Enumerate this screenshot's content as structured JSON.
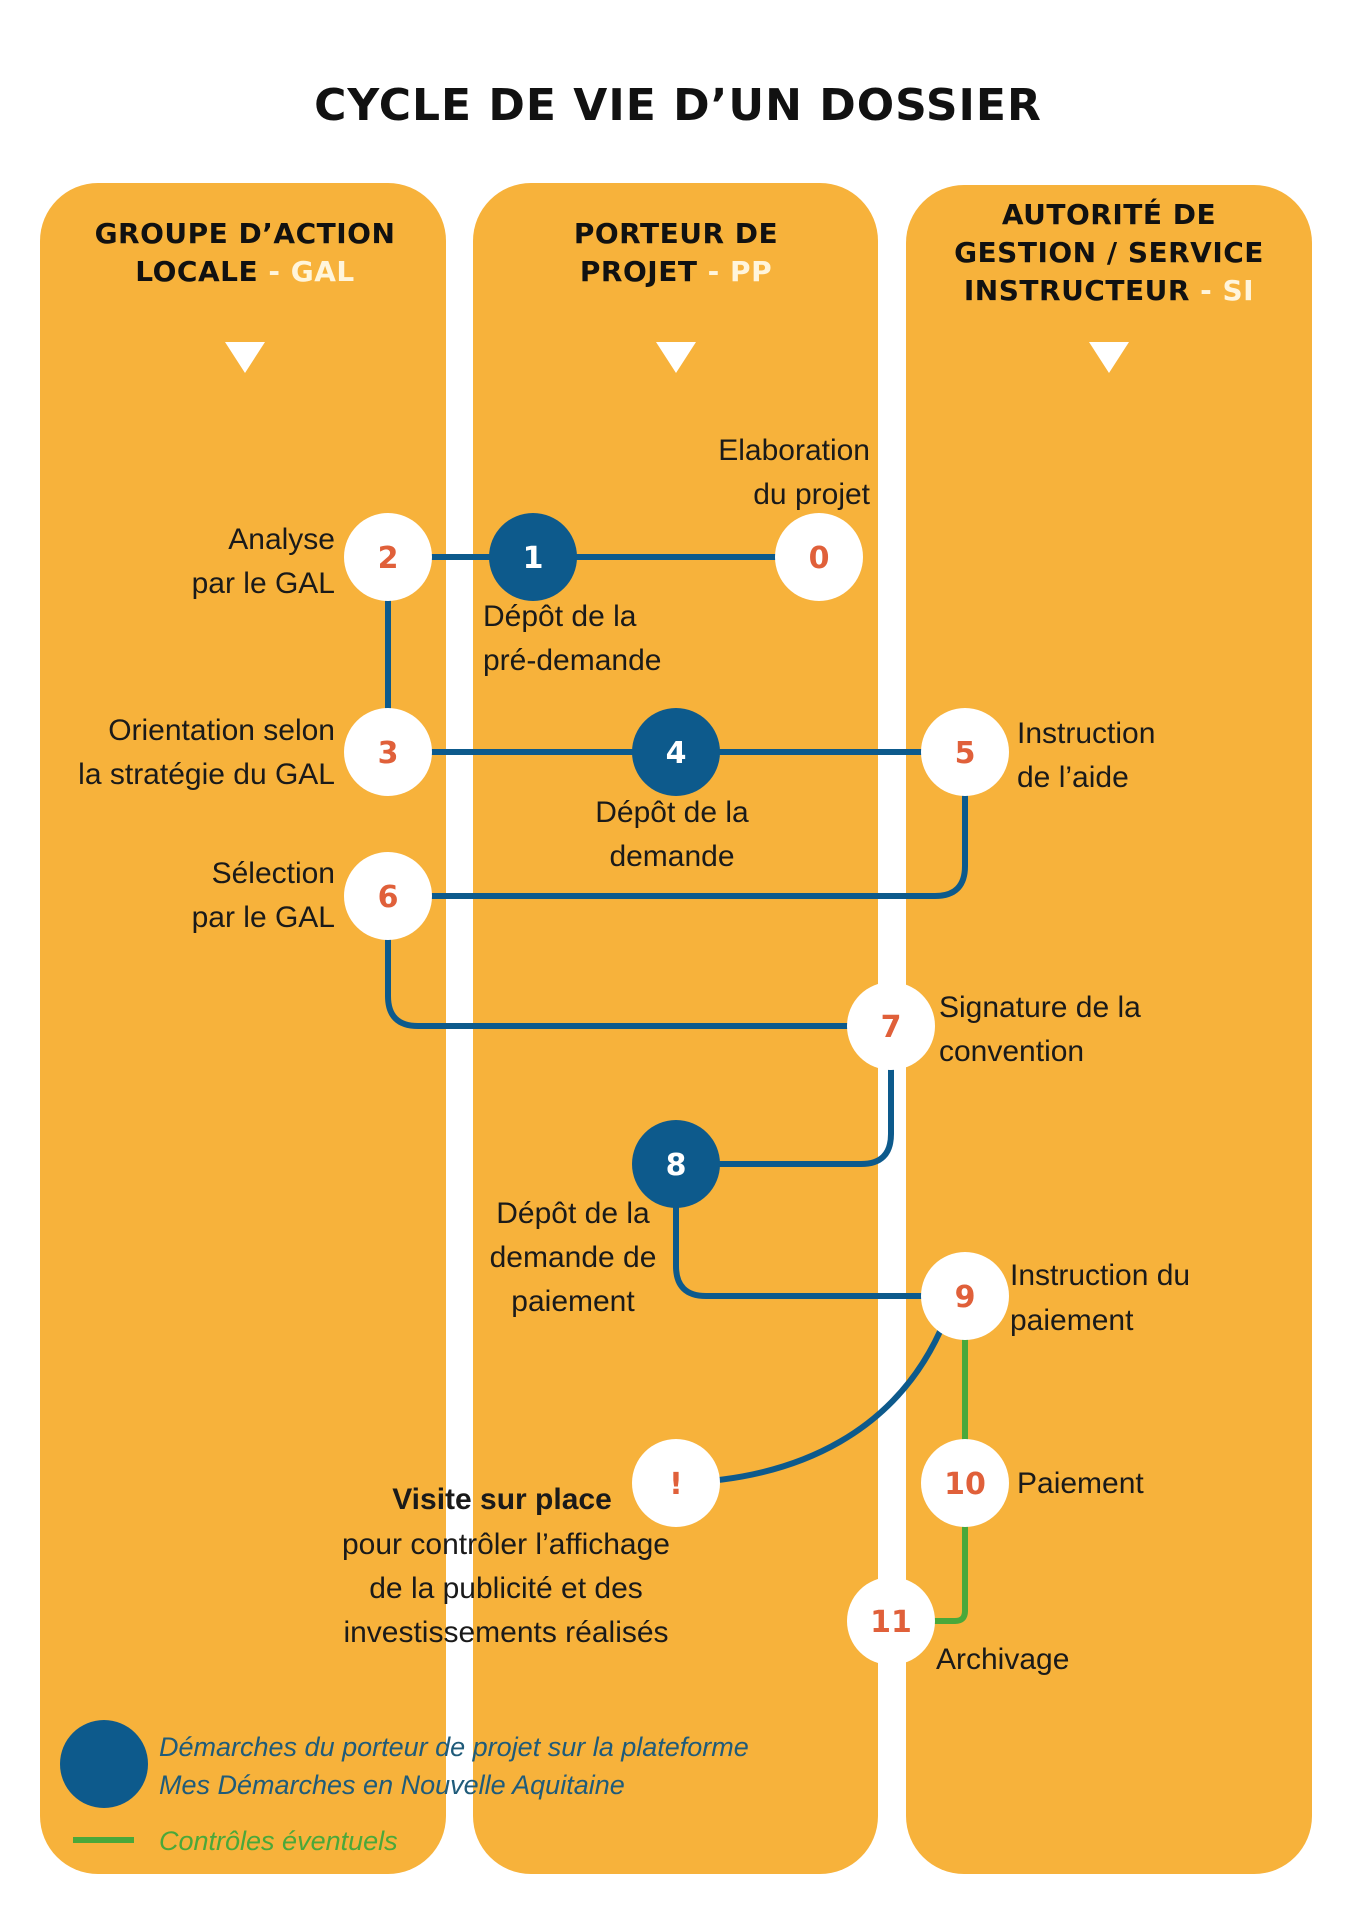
{
  "title": "CYCLE DE VIE D’UN DOSSIER",
  "colors": {
    "panel": "#f7b23b",
    "blue": "#0d5a8c",
    "number": "#e0603a",
    "green": "#4aa83a"
  },
  "columns": [
    {
      "lines": [
        "GROUPE D’ACTION",
        "LOCALE"
      ],
      "abbr": "- GAL"
    },
    {
      "lines": [
        "PORTEUR DE",
        "PROJET"
      ],
      "abbr": "- PP"
    },
    {
      "lines": [
        "AUTORITÉ DE",
        "GESTION / SERVICE",
        "INSTRUCTEUR"
      ],
      "abbr": "- SI"
    }
  ],
  "steps": [
    {
      "num": "0",
      "label": [
        "Elaboration",
        "du projet"
      ]
    },
    {
      "num": "1",
      "label": [
        "Dépôt de la",
        "pré-demande"
      ]
    },
    {
      "num": "2",
      "label": [
        "Analyse",
        "par le GAL"
      ]
    },
    {
      "num": "3",
      "label": [
        "Orientation selon",
        "la stratégie du GAL"
      ]
    },
    {
      "num": "4",
      "label": [
        "Dépôt de la",
        "demande"
      ]
    },
    {
      "num": "5",
      "label": [
        "Instruction",
        "de l’aide"
      ]
    },
    {
      "num": "6",
      "label": [
        "Sélection",
        "par le GAL"
      ]
    },
    {
      "num": "7",
      "label": [
        "Signature de la",
        "convention"
      ]
    },
    {
      "num": "8",
      "label": [
        "Dépôt de la",
        "demande de",
        "paiement"
      ]
    },
    {
      "num": "9",
      "label": [
        "Instruction du",
        "paiement"
      ]
    },
    {
      "num": "!",
      "label": [
        "Visite sur place",
        "pour contrôler l’affichage",
        "de la publicité et des",
        "investissements réalisés"
      ]
    },
    {
      "num": "10",
      "label": [
        "Paiement"
      ]
    },
    {
      "num": "11",
      "label": [
        "Archivage"
      ]
    }
  ],
  "legend": {
    "blue_lines": [
      "Démarches du porteur de projet sur la plateforme",
      "Mes Démarches en Nouvelle Aquitaine"
    ],
    "green": "Contrôles éventuels"
  }
}
